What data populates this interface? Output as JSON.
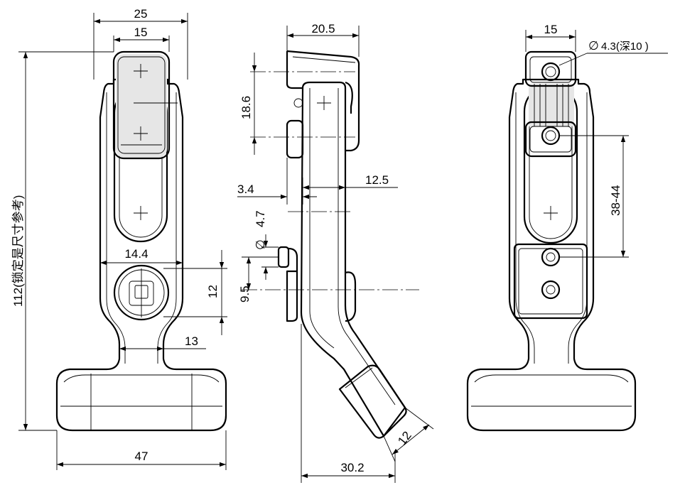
{
  "front_view": {
    "width_overall": "25",
    "width_handle": "15",
    "height_total": "112(锁定是尺寸参考)",
    "slot_width": "14.4",
    "slot_height": "12",
    "neck_width": "13",
    "base_width": "47"
  },
  "side_view": {
    "top_width": "20.5",
    "hole_pitch": "18.6",
    "offset": "3.4",
    "depth": "12.5",
    "pin_diameter": "4.7",
    "pin_offset": "9.5",
    "foot_thickness": "12",
    "foot_reach": "30.2"
  },
  "rear_view": {
    "width_handle": "15",
    "hole_spec": "4.3(深10 )",
    "hole_range": "38-44"
  },
  "symbols": {
    "diameter": "∅"
  }
}
